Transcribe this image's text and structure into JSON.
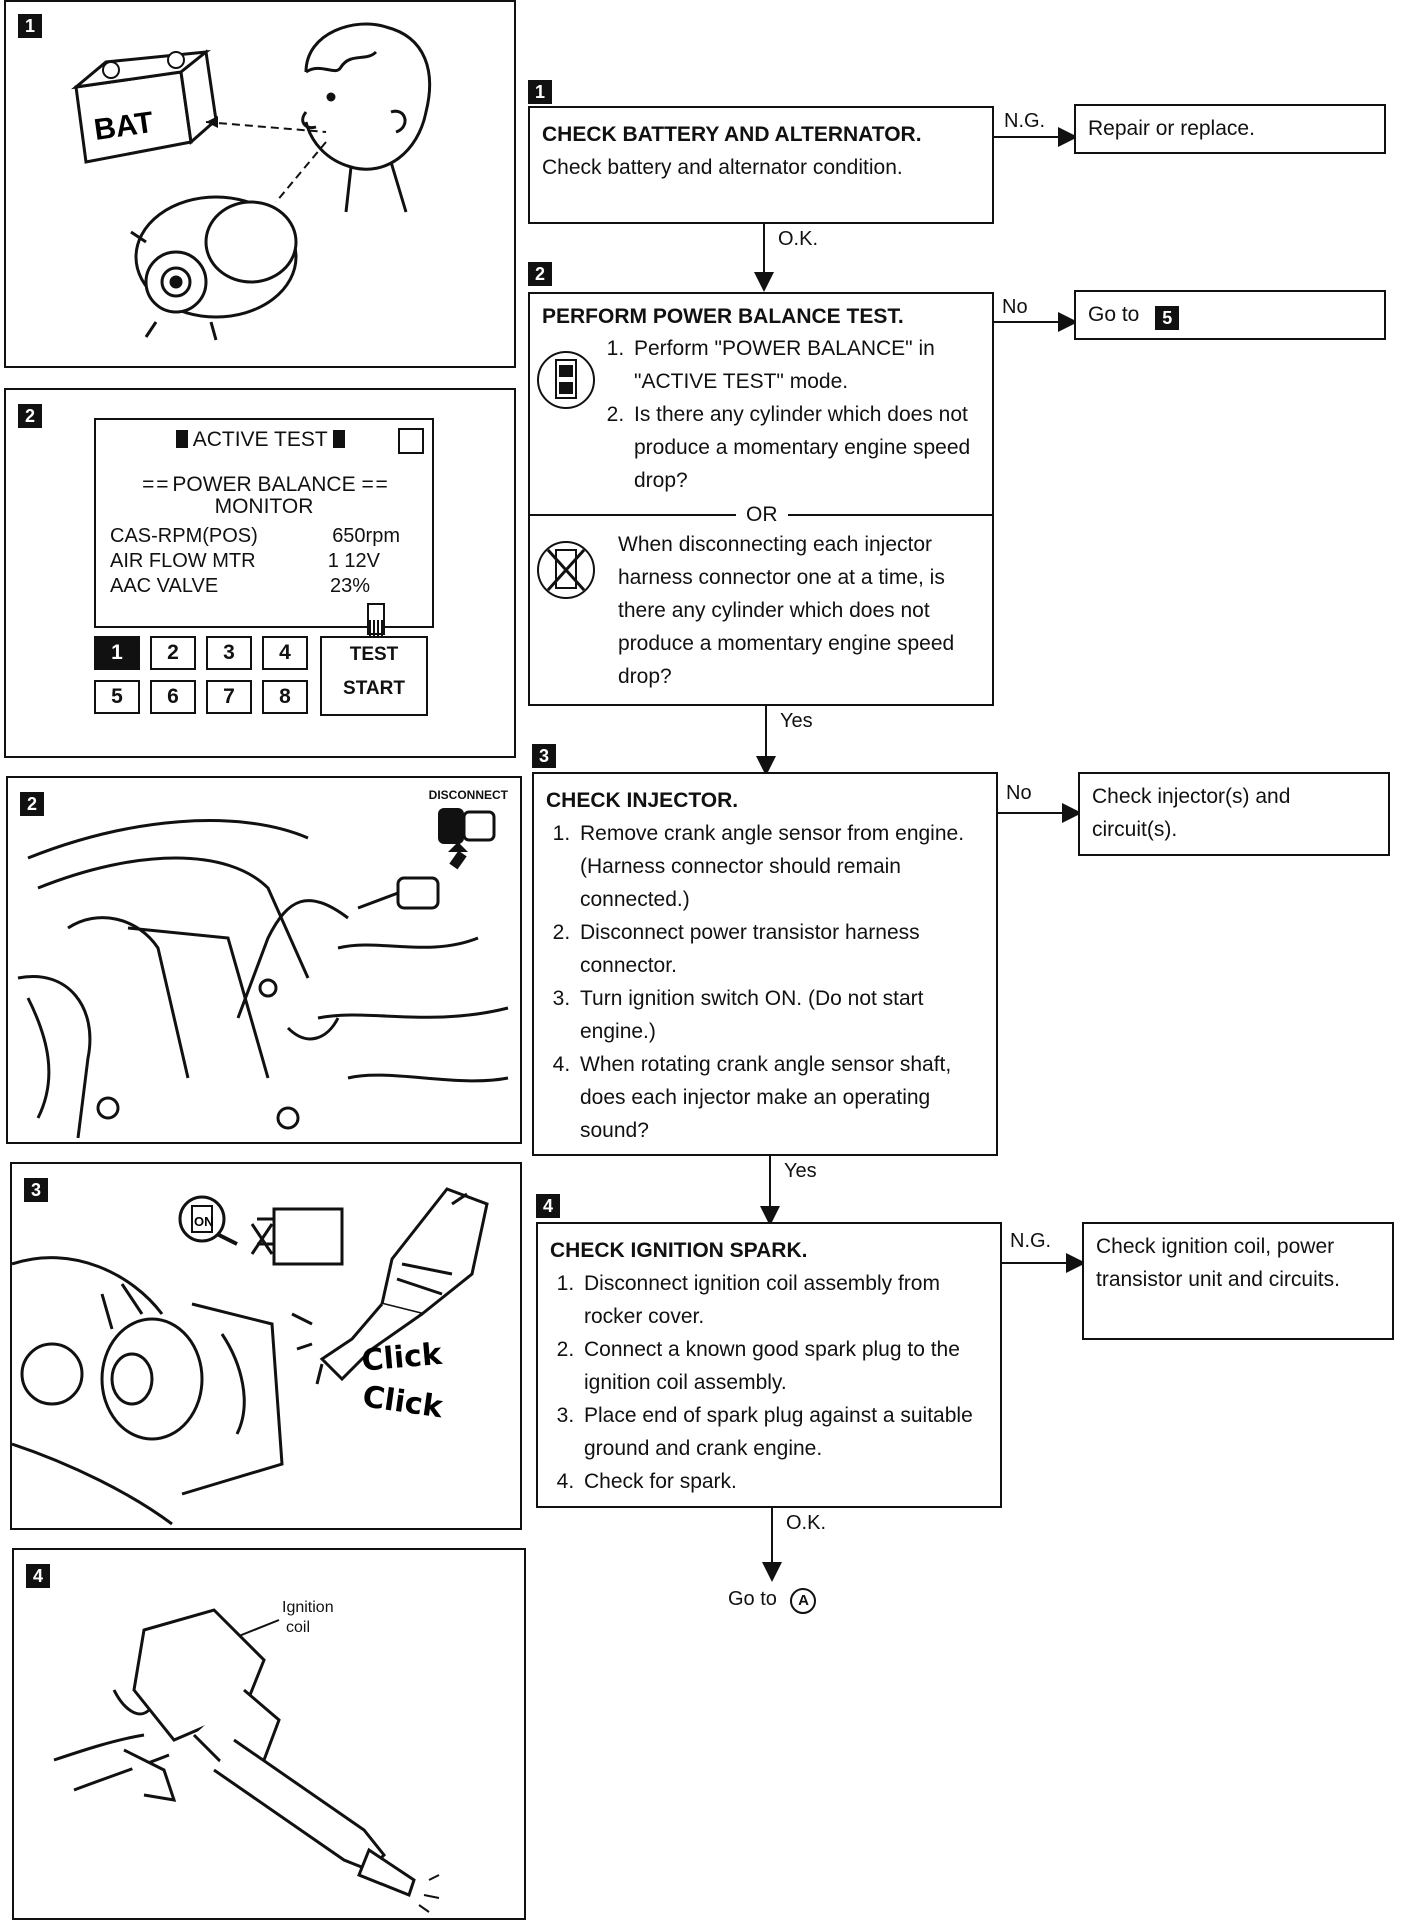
{
  "illustrations": {
    "p1": {
      "step": "1",
      "battery_label": "BAT"
    },
    "p2a": {
      "step": "2",
      "screen_title": "ACTIVE TEST",
      "heading_line1": "POWER BALANCE",
      "heading_line2": "MONITOR",
      "rows": [
        {
          "label": "CAS-RPM(POS)",
          "value": "650rpm"
        },
        {
          "label": "AIR FLOW MTR",
          "value": "1 12V"
        },
        {
          "label": "AAC VALVE",
          "value": "23%"
        }
      ],
      "keys": [
        "1",
        "2",
        "3",
        "4",
        "5",
        "6",
        "7",
        "8"
      ],
      "test_label": "TEST",
      "start_label": "START"
    },
    "p2b": {
      "step": "2",
      "disconnect_label": "DISCONNECT"
    },
    "p3": {
      "step": "3",
      "on_label": "ON",
      "click1": "Click",
      "click2": "Click"
    },
    "p4": {
      "step": "4",
      "coil_label_1": "Ignition",
      "coil_label_2": "coil"
    }
  },
  "flow": {
    "s1": {
      "step": "1",
      "title": "CHECK BATTERY AND ALTERNATOR.",
      "body": "Check battery and alternator condition."
    },
    "s1_ng": {
      "label": "N.G.",
      "result": "Repair or replace."
    },
    "s1_ok": "O.K.",
    "s2": {
      "step": "2",
      "title": "PERFORM POWER BALANCE TEST.",
      "items": [
        "Perform \"POWER BALANCE\" in \"ACTIVE TEST\" mode.",
        "Is there any cylinder which does not produce a momentary engine speed drop?"
      ],
      "or": "OR",
      "alt": "When disconnecting each injector harness connector one at a time, is there any cylinder which does not produce a momentary engine speed drop?"
    },
    "s2_no": {
      "label": "No",
      "result": "Go to",
      "target": "5"
    },
    "s2_yes": "Yes",
    "s3": {
      "step": "3",
      "title": "CHECK INJECTOR.",
      "items": [
        "Remove crank angle sensor from engine. (Harness connector should remain connected.)",
        "Disconnect power transistor harness connector.",
        "Turn ignition switch ON. (Do not start engine.)",
        "When rotating crank angle sensor shaft, does each injector make an operating sound?"
      ]
    },
    "s3_no": {
      "label": "No",
      "result": "Check injector(s) and circuit(s)."
    },
    "s3_yes": "Yes",
    "s4": {
      "step": "4",
      "title": "CHECK IGNITION SPARK.",
      "items": [
        "Disconnect ignition coil assembly from rocker cover.",
        "Connect a known good spark plug to the ignition coil assembly.",
        "Place end of spark plug against a suitable ground and crank engine.",
        "Check for spark."
      ]
    },
    "s4_ng": {
      "label": "N.G.",
      "result": "Check ignition coil, power transistor unit and circuits."
    },
    "s4_ok": "O.K.",
    "final": {
      "text": "Go to",
      "target": "A"
    }
  }
}
